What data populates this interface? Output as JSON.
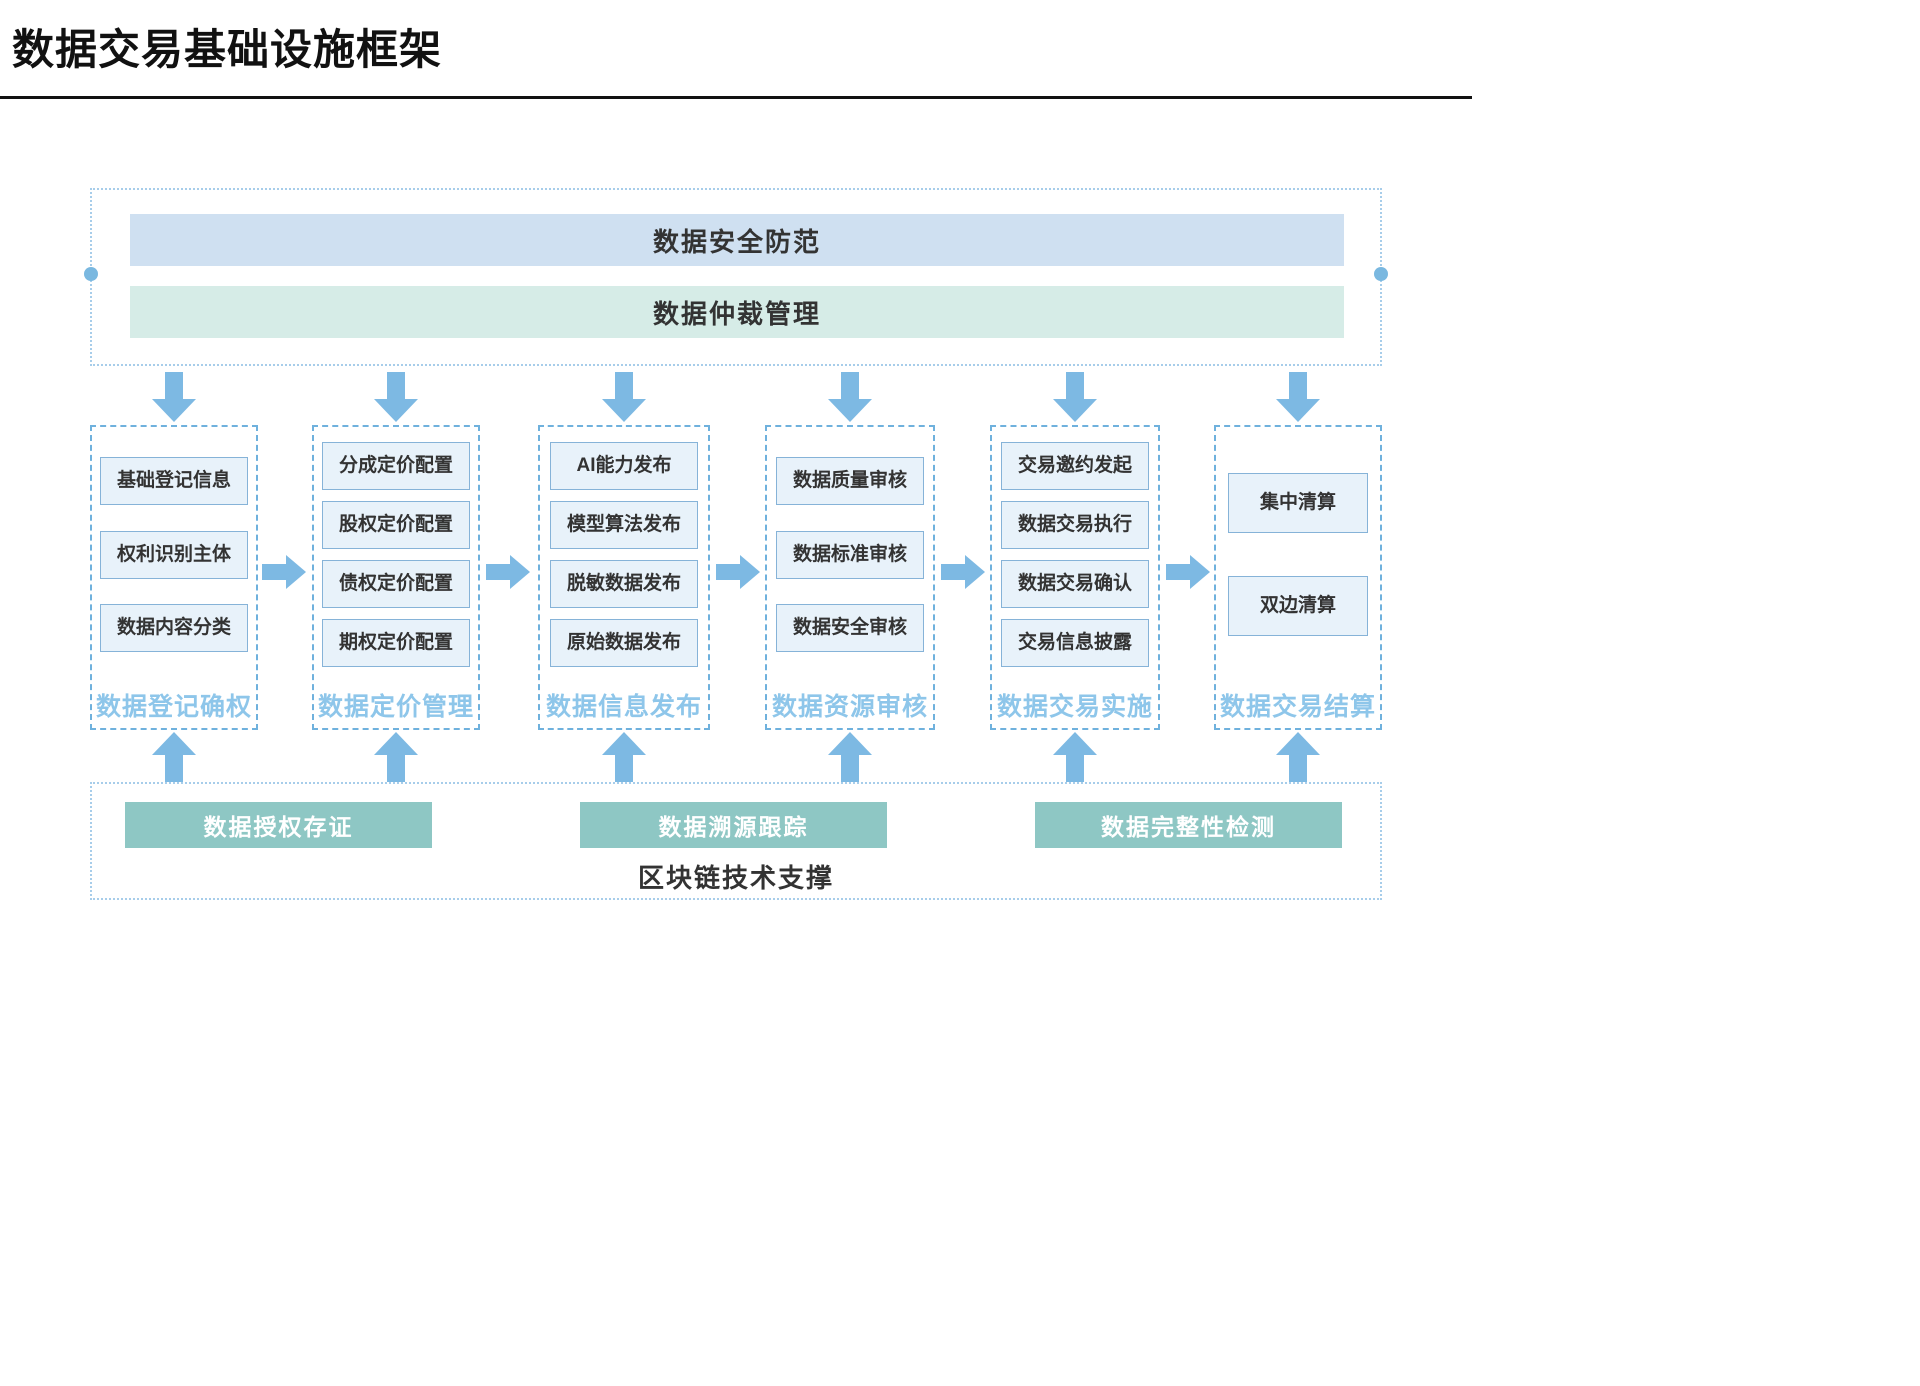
{
  "page": {
    "title": "数据交易基础设施框架"
  },
  "top_section": {
    "bars": [
      {
        "label": "数据安全防范"
      },
      {
        "label": "数据仲裁管理"
      }
    ]
  },
  "columns": [
    {
      "label": "数据登记确权",
      "items": [
        "基础登记信息",
        "权利识别主体",
        "数据内容分类"
      ]
    },
    {
      "label": "数据定价管理",
      "items": [
        "分成定价配置",
        "股权定价配置",
        "债权定价配置",
        "期权定价配置"
      ]
    },
    {
      "label": "数据信息发布",
      "items": [
        "AI能力发布",
        "模型算法发布",
        "脱敏数据发布",
        "原始数据发布"
      ]
    },
    {
      "label": "数据资源审核",
      "items": [
        "数据质量审核",
        "数据标准审核",
        "数据安全审核"
      ]
    },
    {
      "label": "数据交易实施",
      "items": [
        "交易邀约发起",
        "数据交易执行",
        "数据交易确认",
        "交易信息披露"
      ]
    },
    {
      "label": "数据交易结算",
      "items": [
        "集中清算",
        "双边清算"
      ]
    }
  ],
  "bottom_section": {
    "bars": [
      "数据授权存证",
      "数据溯源跟踪",
      "数据完整性检测"
    ],
    "label": "区块链技术支撑"
  },
  "colors": {
    "bar_blue": "#cfe0f1",
    "bar_mint": "#d6ece7",
    "item_fill": "#e8f2fa",
    "item_border": "#86b3d8",
    "column_border": "#6fb1dd",
    "column_label_text": "#8ec6ea",
    "arrow": "#7db9e3",
    "teal_bar": "#8ec7c4",
    "dotted_border": "#a7cdea"
  }
}
